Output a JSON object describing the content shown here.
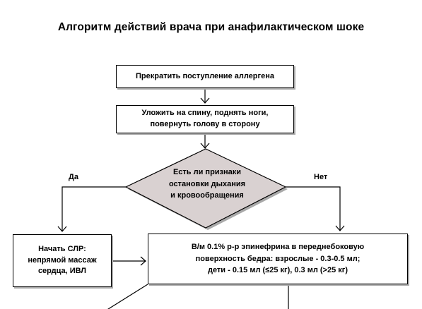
{
  "title": "Алгоритм действий врача при анафилактическом шоке",
  "steps": {
    "stop_allergen": "Прекратить поступление аллергена",
    "lay_patient": "Уложить на спину, поднять ноги,\nповернуть голову в сторону"
  },
  "decision": {
    "text": "Есть ли признаки\nостановки дыхания\nи кровообращения",
    "yes_label": "Да",
    "no_label": "Нет"
  },
  "outcomes": {
    "cpr": "Начать СЛР:\nнепрямой массаж\nсердца, ИВЛ",
    "epinephrine": "В/м 0.1% р-р эпинефрина в переднебоковую\nповерхность бедра: взрослые - 0.3-0.5 мл;\nдети - 0.15 мл (≤25 кг), 0.3 мл (>25 кг)"
  },
  "colors": {
    "diamond_fill": "#d9d1d1",
    "line": "#000000",
    "shadow": "#a9a9a9"
  }
}
